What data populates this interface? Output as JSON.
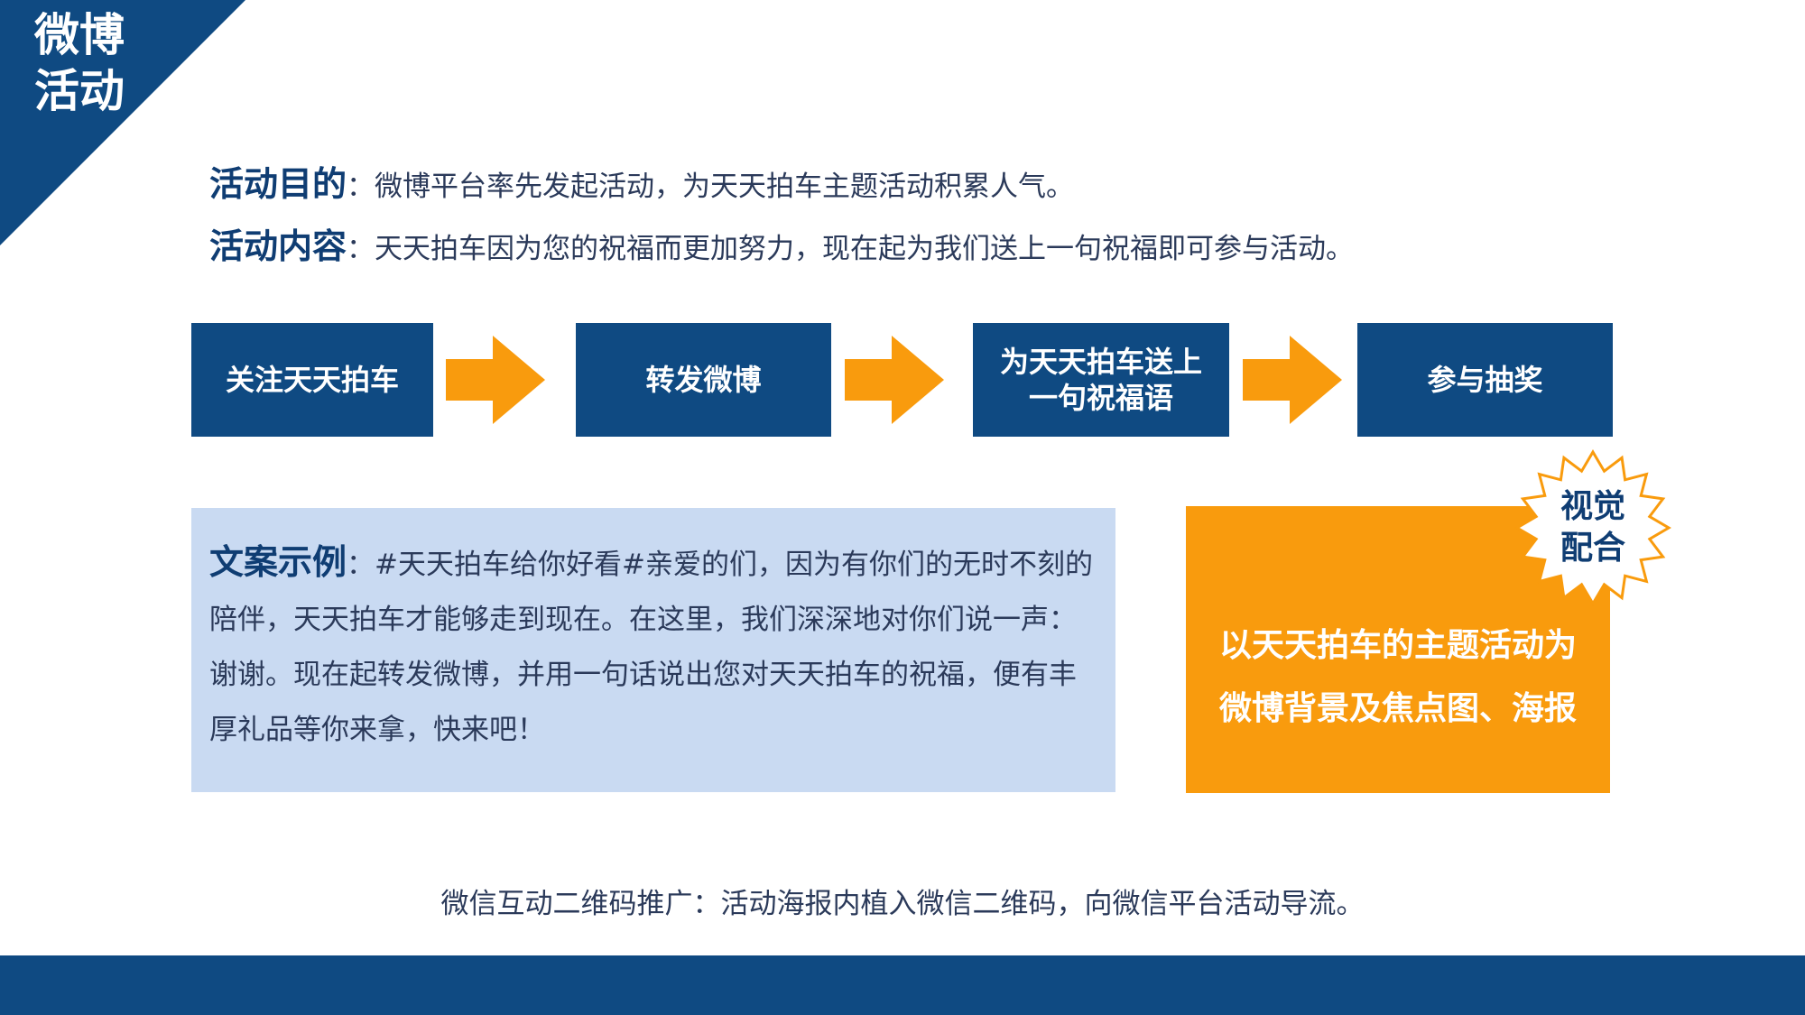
{
  "corner": {
    "line1": "微博",
    "line2": "活动"
  },
  "purpose": {
    "label": "活动目的",
    "separator": "：",
    "text": "微博平台率先发起活动，为天天拍车主题活动积累人气。"
  },
  "content": {
    "label": "活动内容",
    "separator": "：",
    "text": "天天拍车因为您的祝福而更加努力，现在起为我们送上一句祝福即可参与活动。"
  },
  "flow": {
    "step1": "关注天天拍车",
    "step2": "转发微博",
    "step3_line1": "为天天拍车送上",
    "step3_line2": "一句祝福语",
    "step4": "参与抽奖"
  },
  "copy_example": {
    "label": "文案示例",
    "separator": "：",
    "text": "#天天拍车给你好看#亲爱的们，因为有你们的无时不刻的陪伴，天天拍车才能够走到现在。在这里，我们深深地对你们说一声：谢谢。现在起转发微博，并用一句话说出您对天天拍车的祝福，便有丰厚礼品等你来拿，快来吧！"
  },
  "visual": {
    "badge_line1": "视觉",
    "badge_line2": "配合",
    "line1": "以天天拍车的主题活动为",
    "line2": "微博背景及焦点图、海报"
  },
  "footer": {
    "text": "微信互动二维码推广：活动海报内植入微信二维码，向微信平台活动导流。"
  },
  "colors": {
    "navy": "#0f4a82",
    "orange": "#f99b0d",
    "light_blue": "#c9daf2"
  }
}
